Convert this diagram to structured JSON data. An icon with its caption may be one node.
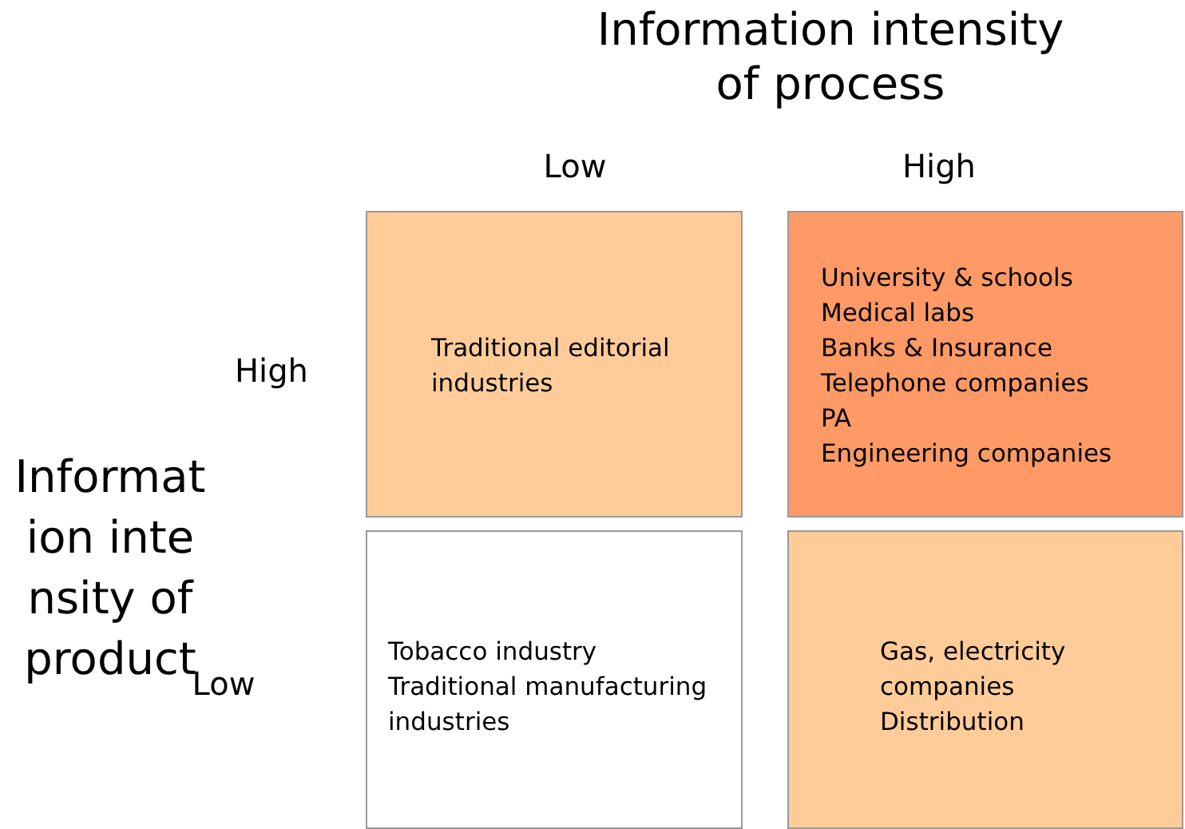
{
  "diagram": {
    "nodes": [
      {
        "text": [
          "Traditional editorial industries"
        ]
      },
      {
        "text": [
          "University & schools",
          "Medical labs",
          "Banks & Insurance",
          "Telephone companies",
          "PA",
          "Engineering companies"
        ]
      },
      {
        "text": [
          "Tobacco industry",
          "Traditional manufacturing industries"
        ]
      },
      {
        "text": [
          "Gas, electricity companies",
          "Distribution"
        ]
      }
    ],
    "labels": [
      "Information intensity of process",
      "Low",
      "High",
      "High",
      "Information intensity of product",
      "Low"
    ]
  }
}
